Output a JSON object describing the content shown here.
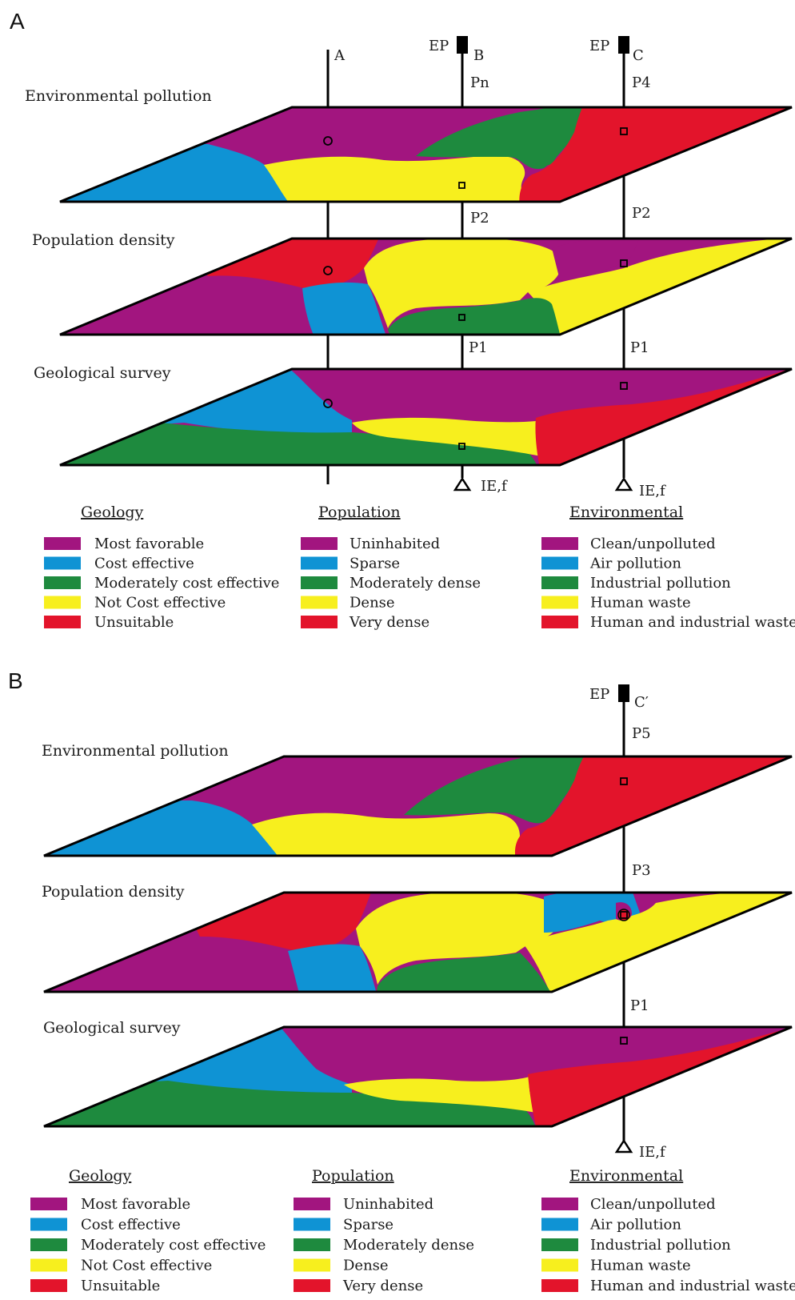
{
  "colors": {
    "magenta": "#A2157F",
    "blue": "#0F93D4",
    "green": "#1E8A3E",
    "yellow": "#F7EF1E",
    "red": "#E3142B"
  },
  "panels": [
    {
      "label": "A",
      "layers": [
        "Environmental pollution",
        "Population density",
        "Geological survey"
      ],
      "columns": [
        "A",
        "B",
        "C"
      ],
      "ep": [
        "EP",
        "EP"
      ],
      "point_labels": [
        "Pn",
        "P4",
        "P2",
        "P2",
        "P1",
        "P1"
      ],
      "ie": [
        "IE,f",
        "IE,f"
      ]
    },
    {
      "label": "B",
      "layers": [
        "Environmental pollution",
        "Population density",
        "Geological survey"
      ],
      "columns": [
        "C′"
      ],
      "ep": [
        "EP"
      ],
      "point_labels": [
        "P5",
        "P3",
        "P1"
      ],
      "ie": [
        "IE,f"
      ]
    }
  ],
  "legend": {
    "geology": {
      "title": "Geology",
      "items": [
        {
          "label": "Most favorable",
          "color": "magenta"
        },
        {
          "label": "Cost effective",
          "color": "blue"
        },
        {
          "label": "Moderately cost effective",
          "color": "green"
        },
        {
          "label": "Not Cost effective",
          "color": "yellow"
        },
        {
          "label": "Unsuitable",
          "color": "red"
        }
      ]
    },
    "population": {
      "title": "Population",
      "items": [
        {
          "label": "Uninhabited",
          "color": "magenta"
        },
        {
          "label": "Sparse",
          "color": "blue"
        },
        {
          "label": "Moderately dense",
          "color": "green"
        },
        {
          "label": "Dense",
          "color": "yellow"
        },
        {
          "label": "Very dense",
          "color": "red"
        }
      ]
    },
    "environmental": {
      "title": "Environmental",
      "items": [
        {
          "label": "Clean/unpolluted",
          "color": "magenta"
        },
        {
          "label": "Air pollution",
          "color": "blue"
        },
        {
          "label": "Industrial pollution",
          "color": "green"
        },
        {
          "label": "Human waste",
          "color": "yellow"
        },
        {
          "label": "Human and industrial waste",
          "color": "red"
        }
      ]
    }
  }
}
